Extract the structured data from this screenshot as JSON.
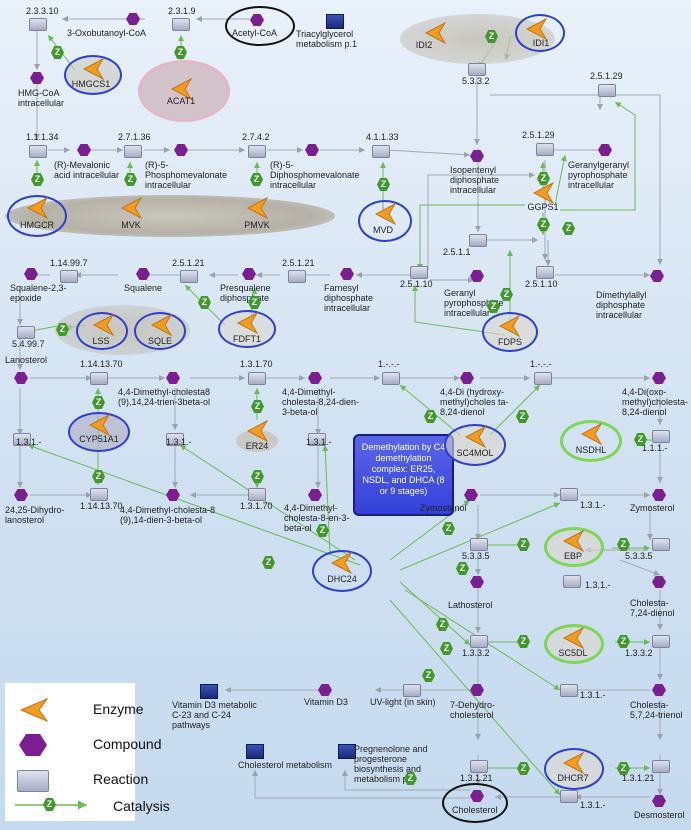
{
  "legend": {
    "enzyme": "Enzyme",
    "compound": "Compound",
    "reaction": "Reaction",
    "catalysis": "Catalysis"
  },
  "catalysis_glyph": "Z",
  "demethylation_box": "Demethylation by C4 demethylation complex: ER25, NSDL, and DHCA (8 or 9 stages)",
  "reactions": [
    {
      "id": "r_23310",
      "label": "2.3.3.10"
    },
    {
      "id": "r_2319",
      "label": "2.3.1.9"
    },
    {
      "id": "r_5332",
      "label": "5.3.3.2"
    },
    {
      "id": "r_11134",
      "label": "1.1.1.34"
    },
    {
      "id": "r_27136",
      "label": "2.7.1.36"
    },
    {
      "id": "r_2742",
      "label": "2.7.4.2"
    },
    {
      "id": "r_41133",
      "label": "4.1.1.33"
    },
    {
      "id": "r_25129a",
      "label": "2.5.1.29"
    },
    {
      "id": "r_25129b",
      "label": "2.5.1.29"
    },
    {
      "id": "r_2511",
      "label": "2.5.1.1"
    },
    {
      "id": "r_25110a",
      "label": "2.5.1.10"
    },
    {
      "id": "r_25110b",
      "label": "2.5.1.10"
    },
    {
      "id": "r_114997",
      "label": "1.14.99.7"
    },
    {
      "id": "r_25121a",
      "label": "2.5.1.21"
    },
    {
      "id": "r_25121b",
      "label": "2.5.1.21"
    },
    {
      "id": "r_54997",
      "label": "5.4.99.7"
    },
    {
      "id": "r_1141370a",
      "label": "1.14.13.70"
    },
    {
      "id": "r_13170a",
      "label": "1.3.1.70"
    },
    {
      "id": "r_1dash1",
      "label": "1.-.-.-"
    },
    {
      "id": "r_1dash2",
      "label": "1.-.-.-"
    },
    {
      "id": "r_131a",
      "label": "1.3.1.-"
    },
    {
      "id": "r_131b",
      "label": "1.3.1.-"
    },
    {
      "id": "r_131c",
      "label": "1.3.1.-"
    },
    {
      "id": "r_111",
      "label": "1.1.1.-"
    },
    {
      "id": "r_1141370b",
      "label": "1.14.13.70"
    },
    {
      "id": "r_13170b",
      "label": "1.3.1.70"
    },
    {
      "id": "r_131d",
      "label": "1.3.1.-"
    },
    {
      "id": "r_5335a",
      "label": "5.3.3.5"
    },
    {
      "id": "r_5335b",
      "label": "5.3.3.5"
    },
    {
      "id": "r_131e",
      "label": "1.3.1.-"
    },
    {
      "id": "r_1332a",
      "label": "1.3.3.2"
    },
    {
      "id": "r_1332b",
      "label": "1.3.3.2"
    },
    {
      "id": "r_131f",
      "label": "1.3.1.-"
    },
    {
      "id": "r_13121a",
      "label": "1.3.1.21"
    },
    {
      "id": "r_13121b",
      "label": "1.3.1.21"
    },
    {
      "id": "r_131g",
      "label": "1.3.1.-"
    }
  ],
  "compounds": [
    {
      "id": "c_oxobut",
      "label": "3-Oxobutanoyl-CoA"
    },
    {
      "id": "c_acetyl",
      "label": "Acetyl-CoA"
    },
    {
      "id": "c_hmg",
      "label": "HMG-CoA intracellular"
    },
    {
      "id": "c_mev",
      "label": "(R)-Mevalonic acid intracellular"
    },
    {
      "id": "c_phos",
      "label": "(R)-5-Phosphomevalonate intracellular"
    },
    {
      "id": "c_diphos",
      "label": "(R)-5-Diphosphomevalonate intracellular"
    },
    {
      "id": "c_ipp",
      "label": "Isopentenyl diphosphate intracellular"
    },
    {
      "id": "c_ggpp",
      "label": "Geranylgeranyl pyrophosphate intracellular"
    },
    {
      "id": "c_gpp",
      "label": "Geranyl pyrophosphate intracellular"
    },
    {
      "id": "c_dmapp",
      "label": "Dimethylallyl diphosphate intracellular"
    },
    {
      "id": "c_fpp",
      "label": "Farnesyl diphosphate intracellular"
    },
    {
      "id": "c_presq",
      "label": "Presqualene diphosphate"
    },
    {
      "id": "c_squalene",
      "label": "Squalene"
    },
    {
      "id": "c_epox",
      "label": "Squalene-2,3-epoxide"
    },
    {
      "id": "c_lano",
      "label": "Lanosterol"
    },
    {
      "id": "c_dmc1",
      "label": "4,4-Dimethyl-cholesta8 (9),14,24-trien-3beta-ol"
    },
    {
      "id": "c_dmc2",
      "label": "4,4-Dimethyl-cholesta-8,24-dien- 3-beta-ol"
    },
    {
      "id": "c_dihyd",
      "label": "4,4-Di (hydroxy-methyl)choles ta- 8,24-dienol"
    },
    {
      "id": "c_oxo",
      "label": "4,4-Di(oxo-methyl)cholesta-8,24-dienol"
    },
    {
      "id": "c_dihlano",
      "label": "24,25-Dihydro-lanosterol"
    },
    {
      "id": "c_dmc3",
      "label": "4,4-Dimethyl-cholesta-8 (9),14-dien-3-beta-ol"
    },
    {
      "id": "c_dmc4",
      "label": "4,4-Dimethyl-cholesta-8-en-3-beta-ol"
    },
    {
      "id": "c_zymo1",
      "label": "Zymostenol"
    },
    {
      "id": "c_zymo2",
      "label": "Zymosterol"
    },
    {
      "id": "c_latho",
      "label": "Lathosterol"
    },
    {
      "id": "c_chol724",
      "label": "Cholesta-7,24-dienol"
    },
    {
      "id": "c_vitd3",
      "label": "Vitamin D3"
    },
    {
      "id": "c_dehydro",
      "label": "7-Dehydro-cholesterol"
    },
    {
      "id": "c_chol5724",
      "label": "Cholesta-5,7,24-trienol"
    },
    {
      "id": "c_cholesterol",
      "label": "Cholesterol"
    },
    {
      "id": "c_desmo",
      "label": "Desmosterol"
    }
  ],
  "enzymes": [
    {
      "id": "e_hmgcs1",
      "label": "HMGCS1"
    },
    {
      "id": "e_acat1",
      "label": "ACAT1"
    },
    {
      "id": "e_idi2",
      "label": "IDI2"
    },
    {
      "id": "e_idi1",
      "label": "IDI1"
    },
    {
      "id": "e_hmgcr",
      "label": "HMGCR"
    },
    {
      "id": "e_mvk",
      "label": "MVK"
    },
    {
      "id": "e_pmvk",
      "label": "PMVK"
    },
    {
      "id": "e_mvd",
      "label": "MVD"
    },
    {
      "id": "e_ggps1",
      "label": "GGPS1"
    },
    {
      "id": "e_lss",
      "label": "LSS"
    },
    {
      "id": "e_sqle",
      "label": "SQLE"
    },
    {
      "id": "e_fdft1",
      "label": "FDFT1"
    },
    {
      "id": "e_fdps",
      "label": "FDPS"
    },
    {
      "id": "e_cyp51a1",
      "label": "CYP51A1"
    },
    {
      "id": "e_er24",
      "label": "ER24"
    },
    {
      "id": "e_sc4mol",
      "label": "SC4MOL"
    },
    {
      "id": "e_nsdhl",
      "label": "NSDHL"
    },
    {
      "id": "e_ebp",
      "label": "EBP"
    },
    {
      "id": "e_dhc24",
      "label": "DHC24"
    },
    {
      "id": "e_sc5dl",
      "label": "SC5DL"
    },
    {
      "id": "e_dhcr7",
      "label": "DHCR7"
    }
  ],
  "pathways": [
    {
      "id": "p_tag",
      "label": "Triacylglycerol metabolism p.1"
    },
    {
      "id": "p_vitd",
      "label": "Vitamin D3 metabolic C-23 and C-24 pathways"
    },
    {
      "id": "p_uv",
      "label": "UV-light (in skin)"
    },
    {
      "id": "p_cholmet",
      "label": "Cholesterol metabolism"
    },
    {
      "id": "p_preg",
      "label": "Pregnenolone and progesterone biosynthesis and metabolism p.1"
    }
  ],
  "colors": {
    "background": "#d6e5f4",
    "compound": "#7b1e91",
    "reaction": "#b3b8ca",
    "catalysis": "#3f9a2a",
    "enzyme": "#f39c1f",
    "pathway": "#22348f",
    "ring_blue": "#2d3fcf",
    "ring_green": "#7fd654",
    "demethylation_box": "#4552de"
  },
  "icons": {
    "enzyme": "enzyme-chevron-icon",
    "compound": "compound-hexagon-icon",
    "reaction": "reaction-box-icon",
    "catalysis": "catalysis-z-icon"
  }
}
